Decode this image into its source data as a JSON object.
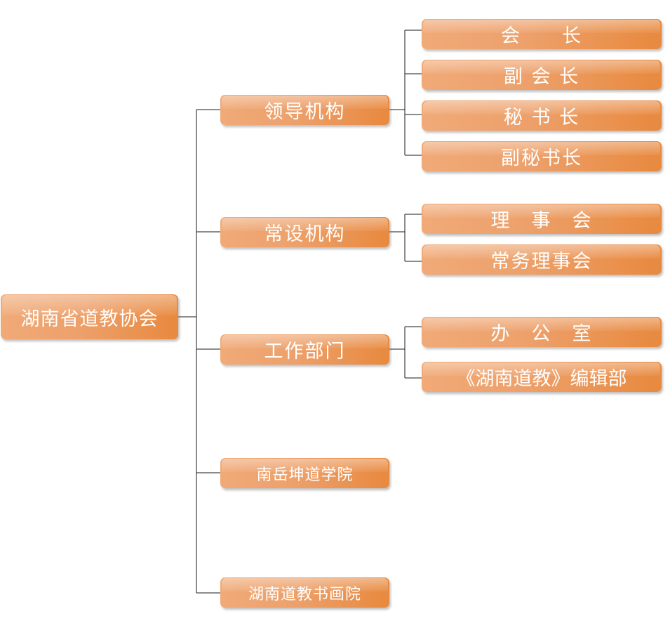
{
  "org_chart": {
    "root": "湖南省道教协会",
    "branches": {
      "leadership": {
        "label": "领导机构",
        "children": [
          "会　　长",
          "副 会 长",
          "秘 书 长",
          "副秘书长"
        ]
      },
      "standing": {
        "label": "常设机构",
        "children": [
          "理　事　会",
          "常务理事会"
        ]
      },
      "working": {
        "label": "工作部门",
        "children": [
          "办　公　室",
          "《湖南道教》编辑部"
        ]
      },
      "academy": {
        "label": "南岳坤道学院"
      },
      "painting": {
        "label": "湖南道教书画院"
      }
    }
  },
  "colors": {
    "box_light": "#f0aa78",
    "box_dark": "#e8893e",
    "text": "#ffffff",
    "connector": "#1a1a1a"
  }
}
